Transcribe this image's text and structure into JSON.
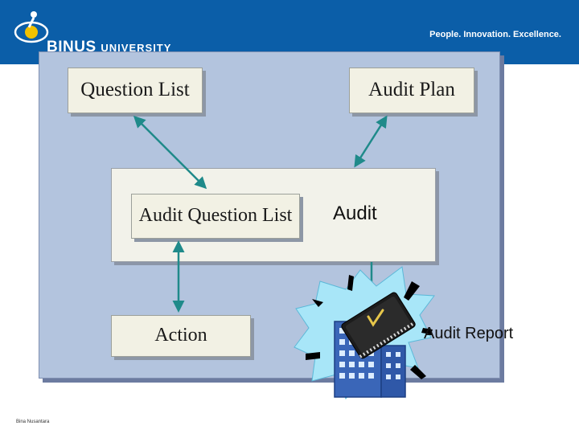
{
  "header": {
    "brand": "BINUS",
    "brand_suffix": "UNIVERSITY",
    "tagline": "People. Innovation. Excellence."
  },
  "diagram": {
    "question_list": "Question List",
    "audit_plan": "Audit Plan",
    "audit_question_list": "Audit Question List",
    "audit": "Audit",
    "action": "Action",
    "audit_report": "Audit Report"
  },
  "footer": {
    "text": "Bina Nusantara"
  },
  "colors": {
    "header_bg": "#0b5ea8",
    "panel_bg": "#b3c4de",
    "box_bg": "#f2f1e4",
    "arrow": "#1f8a8a"
  }
}
